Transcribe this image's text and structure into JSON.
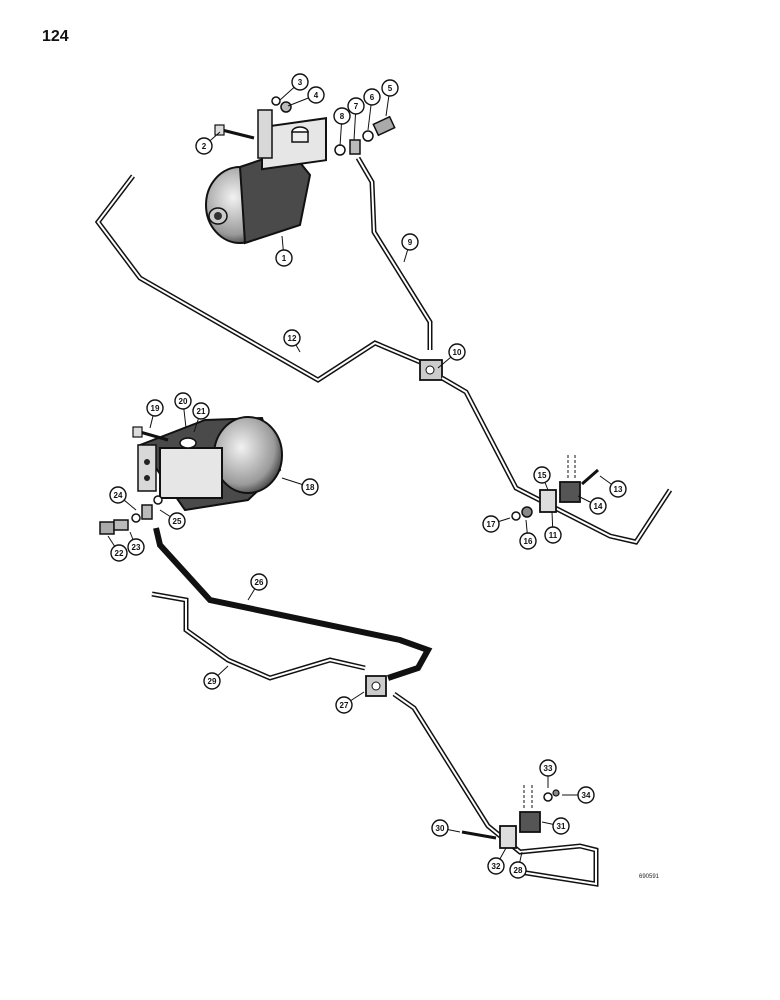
{
  "page": {
    "number": "124",
    "ref_code": "690591"
  },
  "callouts": [
    "1",
    "2",
    "3",
    "4",
    "5",
    "6",
    "7",
    "8",
    "9",
    "10",
    "11",
    "12",
    "13",
    "14",
    "15",
    "16",
    "17",
    "18",
    "19",
    "20",
    "21",
    "22",
    "23",
    "24",
    "25",
    "26",
    "27",
    "28",
    "29",
    "30",
    "31",
    "32",
    "33",
    "34"
  ]
}
